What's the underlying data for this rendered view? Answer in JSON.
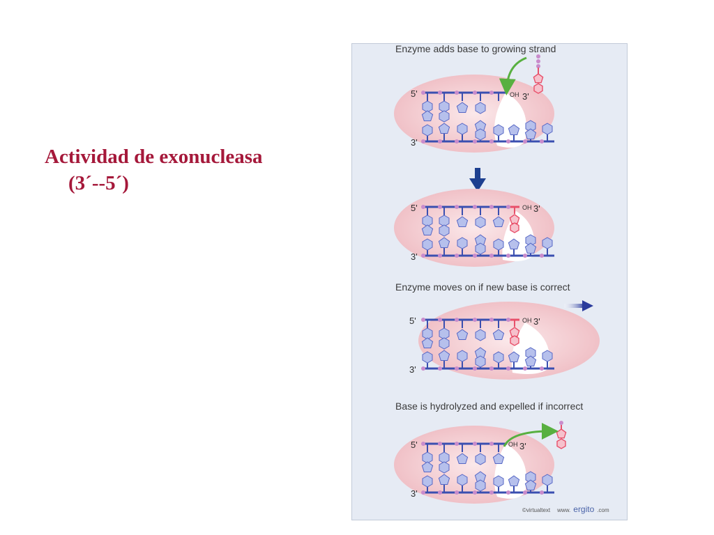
{
  "slide": {
    "title_line1": "Actividad de exonucleasa",
    "title_line2": "(3´--5´)"
  },
  "figure": {
    "panels": [
      {
        "caption": "Enzyme adds base to growing strand",
        "label_top": "5'",
        "label_bottom": "3'",
        "oh": "OH",
        "three_prime": "3'"
      },
      {
        "caption": "",
        "label_top": "5'",
        "label_bottom": "3'",
        "oh": "OH",
        "three_prime": "3'"
      },
      {
        "caption": "Enzyme moves on if new base is correct",
        "label_top": "5'",
        "label_bottom": "3'",
        "oh": "OH",
        "three_prime": "3'"
      },
      {
        "caption": "Base is hydrolyzed and expelled if incorrect",
        "label_top": "5'",
        "label_bottom": "3'",
        "oh": "OH",
        "three_prime": "3'"
      }
    ],
    "credit_small": "©virtualtext",
    "credit_www": "www.",
    "credit_brand": "ergito",
    "credit_tld": ".com",
    "colors": {
      "enzyme": "#f0c2c8",
      "strand": "#3a4fb0",
      "base_fill": "#b6c0ec",
      "new_base": "#e8506a",
      "phosphate": "#c98ccc",
      "arrow_green": "#58b040",
      "arrow_blue": "#1d3f8f"
    }
  }
}
